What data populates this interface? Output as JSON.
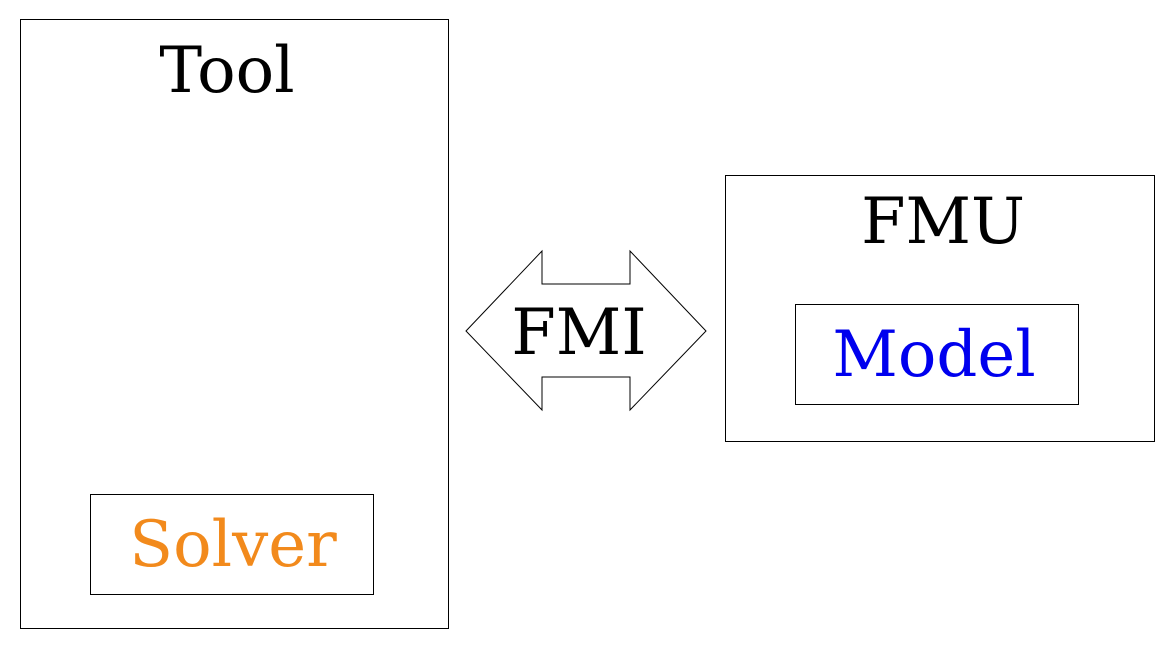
{
  "tool": {
    "title": "Tool"
  },
  "solver": {
    "label": "Solver"
  },
  "interface": {
    "label": "FMI"
  },
  "fmu": {
    "title": "FMU"
  },
  "model": {
    "label": "Model"
  },
  "colors": {
    "stroke": "#000000",
    "text": "#000000",
    "solver": "#f28a1c",
    "model": "#0000ee"
  }
}
